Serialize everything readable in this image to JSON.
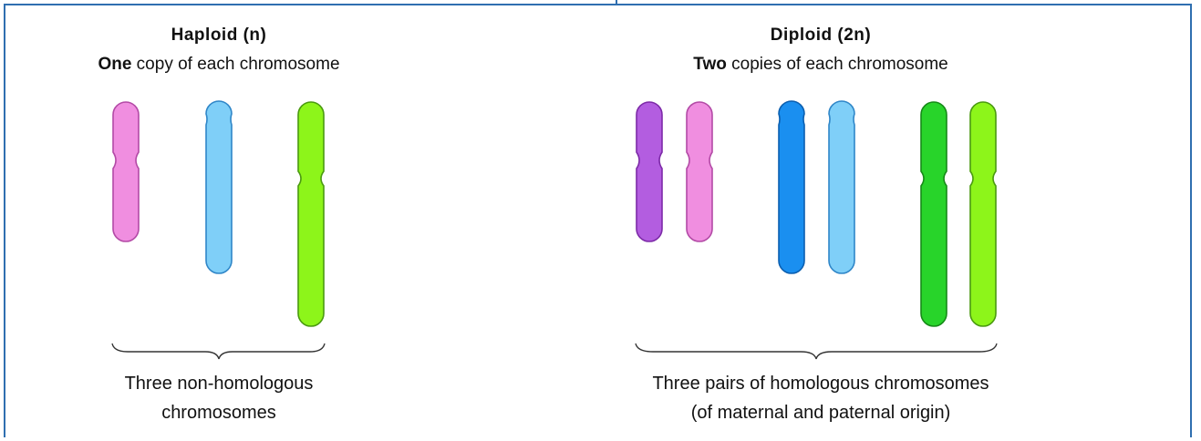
{
  "haploid": {
    "title": "Haploid (n)",
    "subtitle_bold": "One",
    "subtitle_rest": " copy of each chromosome",
    "caption_line1": "Three non-homologous",
    "caption_line2": "chromosomes"
  },
  "diploid": {
    "title": "Diploid (2n)",
    "subtitle_bold": "Two",
    "subtitle_rest": " copies of each chromosome",
    "caption_line1": "Three pairs of homologous chromosomes",
    "caption_line2": "(of maternal and paternal origin)"
  },
  "colors": {
    "pink_fill": "#f08ee0",
    "pink_stroke": "#b34aa6",
    "purple_fill": "#b35de0",
    "purple_stroke": "#7d2aa8",
    "lightblue_fill": "#7fcff8",
    "lightblue_stroke": "#2f86c8",
    "blue_fill": "#1a8ff0",
    "blue_stroke": "#0b5fb0",
    "lime_fill": "#8df51a",
    "lime_stroke": "#4a9a10",
    "green_fill": "#28d42a",
    "green_stroke": "#168a18",
    "frame": "#2f6fb0"
  }
}
